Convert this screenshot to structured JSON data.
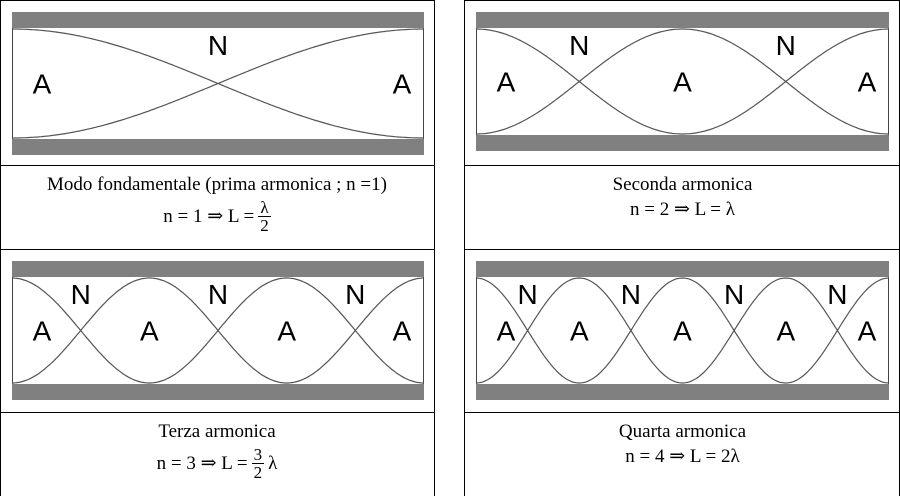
{
  "panels": [
    {
      "harmonic": 1,
      "labels": {
        "antinode": "A",
        "node": "N"
      },
      "caption": "Modo fondamentale (prima armonica ; n =1)",
      "formula": {
        "lhs": "n = 1 ⇒ L =",
        "frac_num": "λ",
        "frac_den": "2",
        "suffix": ""
      }
    },
    {
      "harmonic": 2,
      "labels": {
        "antinode": "A",
        "node": "N"
      },
      "caption": "Seconda armonica",
      "formula": {
        "lhs": "n = 2 ⇒ L = λ",
        "frac_num": "",
        "frac_den": "",
        "suffix": ""
      }
    },
    {
      "harmonic": 3,
      "labels": {
        "antinode": "A",
        "node": "N"
      },
      "caption": "Terza armonica",
      "formula": {
        "lhs": "n = 3 ⇒ L =",
        "frac_num": "3",
        "frac_den": "2",
        "suffix": "λ"
      }
    },
    {
      "harmonic": 4,
      "labels": {
        "antinode": "A",
        "node": "N"
      },
      "caption": "Quarta armonica",
      "formula": {
        "lhs": "n = 4 ⇒ L = 2λ",
        "frac_num": "",
        "frac_den": "",
        "suffix": ""
      }
    }
  ],
  "colors": {
    "wall": "#808080",
    "curve": "#555555",
    "border": "#000000"
  }
}
